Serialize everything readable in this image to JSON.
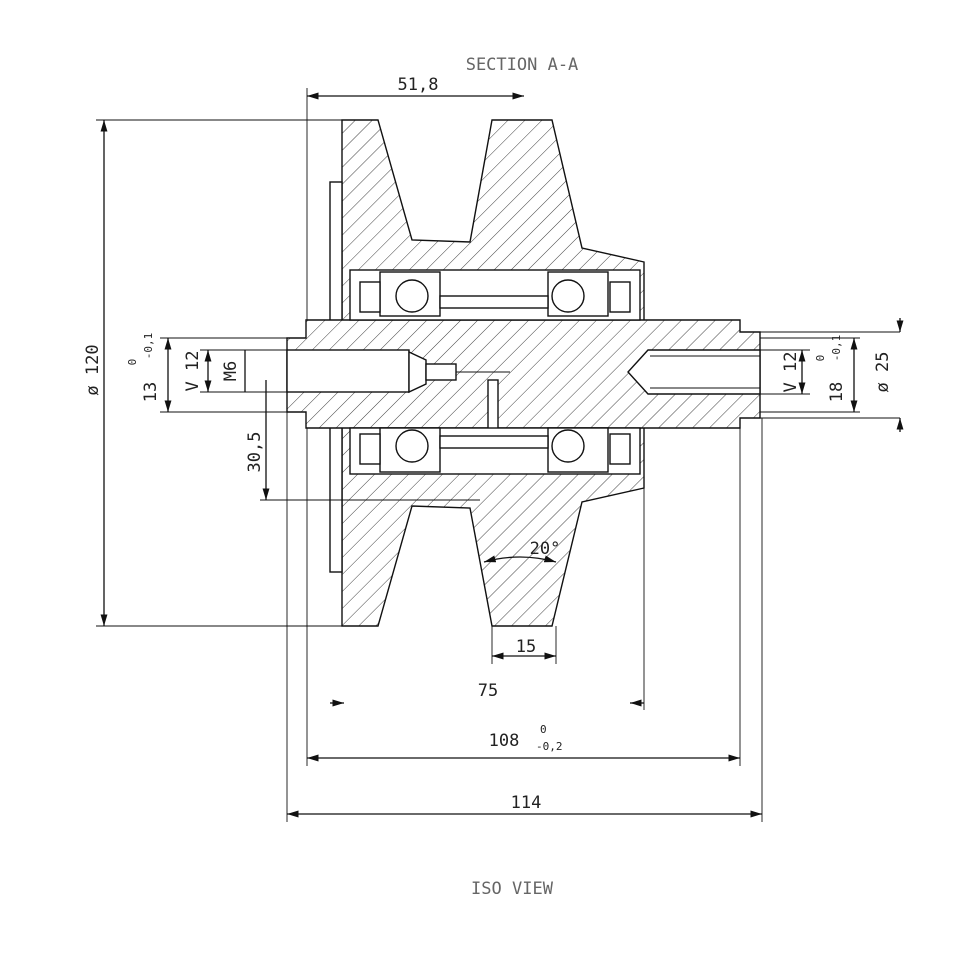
{
  "drawing": {
    "section_label": "SECTION A-A",
    "view_label": "ISO VIEW"
  },
  "dimensions": {
    "d_51_8": "51,8",
    "d_120": "ø 120",
    "d_13": "13",
    "d_13_upper": "0",
    "d_13_lower": "-0,1",
    "d_v12_left": "V 12",
    "d_m6": "M6",
    "d_30_5": "30,5",
    "d_20deg": "20°",
    "d_15": "15",
    "d_75": "75",
    "d_108": "108",
    "d_108_upper": "0",
    "d_108_lower": "-0,2",
    "d_114": "114",
    "d_v12_right": "V 12",
    "d_18": "18",
    "d_18_upper": "0",
    "d_18_lower": "-0,1",
    "d_25": "ø 25"
  }
}
